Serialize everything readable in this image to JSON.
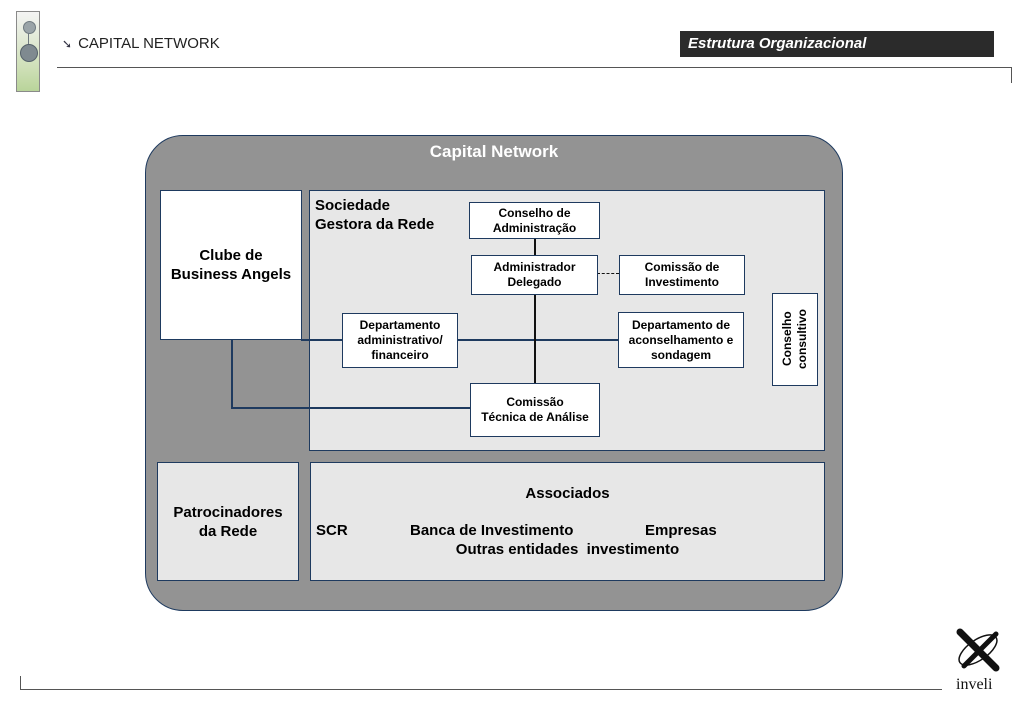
{
  "header": {
    "brand": "CAPITAL NETWORK",
    "brand_arrow": "➘",
    "section_title": "Estrutura Organizacional"
  },
  "diagram": {
    "outer_title": "Capital Network",
    "clube": "Clube de\nBusiness Angels",
    "sociedade": "Sociedade\nGestora da Rede",
    "conselho_admin": "Conselho de\nAdministração",
    "administrador": "Administrador\nDelegado",
    "comissao_invest": "Comissão de\nInvestimento",
    "dep_admin": "Departamento\nadministrativo/\nfinanceiro",
    "dep_aconselhamento": "Departamento de\naconselhamento e\nsondagem",
    "conselho_consultivo": "Conselho\nconsultivo",
    "comissao_tecnica": "Comissão\nTécnica de Análise",
    "patrocinadores": "Patrocinadores\nda Rede",
    "associados_title": "Associados",
    "assoc_scr": "SCR",
    "assoc_banca": "Banca de Investimento",
    "assoc_empresas": "Empresas",
    "assoc_outras": "Outras entidades  investimento"
  },
  "footer": {
    "logo_text": "inveli"
  }
}
